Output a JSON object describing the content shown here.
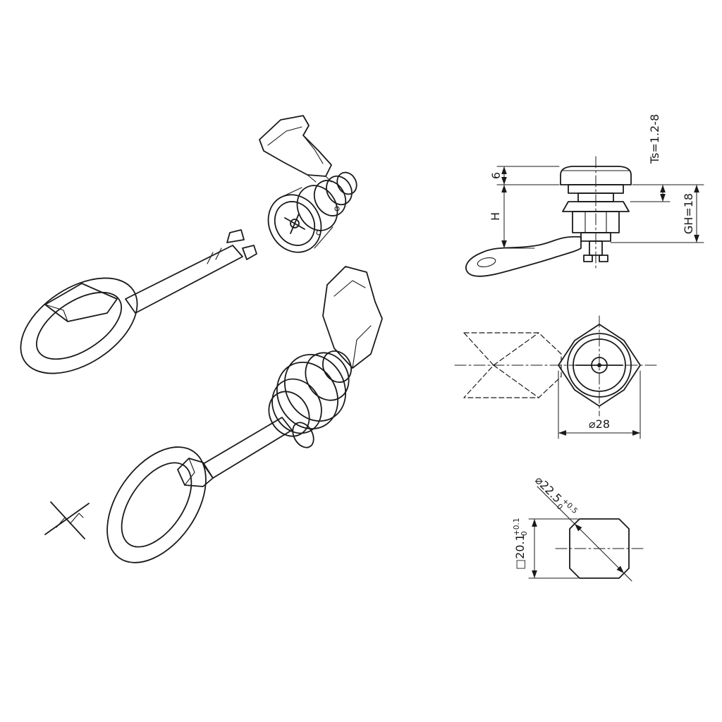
{
  "page": {
    "background": "#ffffff",
    "line_color": "#1a1a1a"
  },
  "side_view": {
    "dim_cap_height": "6",
    "dim_body_height": "H",
    "dim_clamp_range": "Ts=1.2-8",
    "dim_grip_height": "GH=18"
  },
  "front_view": {
    "dim_diameter": "⌀28"
  },
  "cutout_view": {
    "dim_diagonal": "⌀22.5",
    "dim_diagonal_tol_upper": "+0.5",
    "dim_diagonal_tol_lower": "0",
    "dim_square": "□20.1",
    "dim_square_tol_upper": "+0.1",
    "dim_square_tol_lower": "0"
  }
}
